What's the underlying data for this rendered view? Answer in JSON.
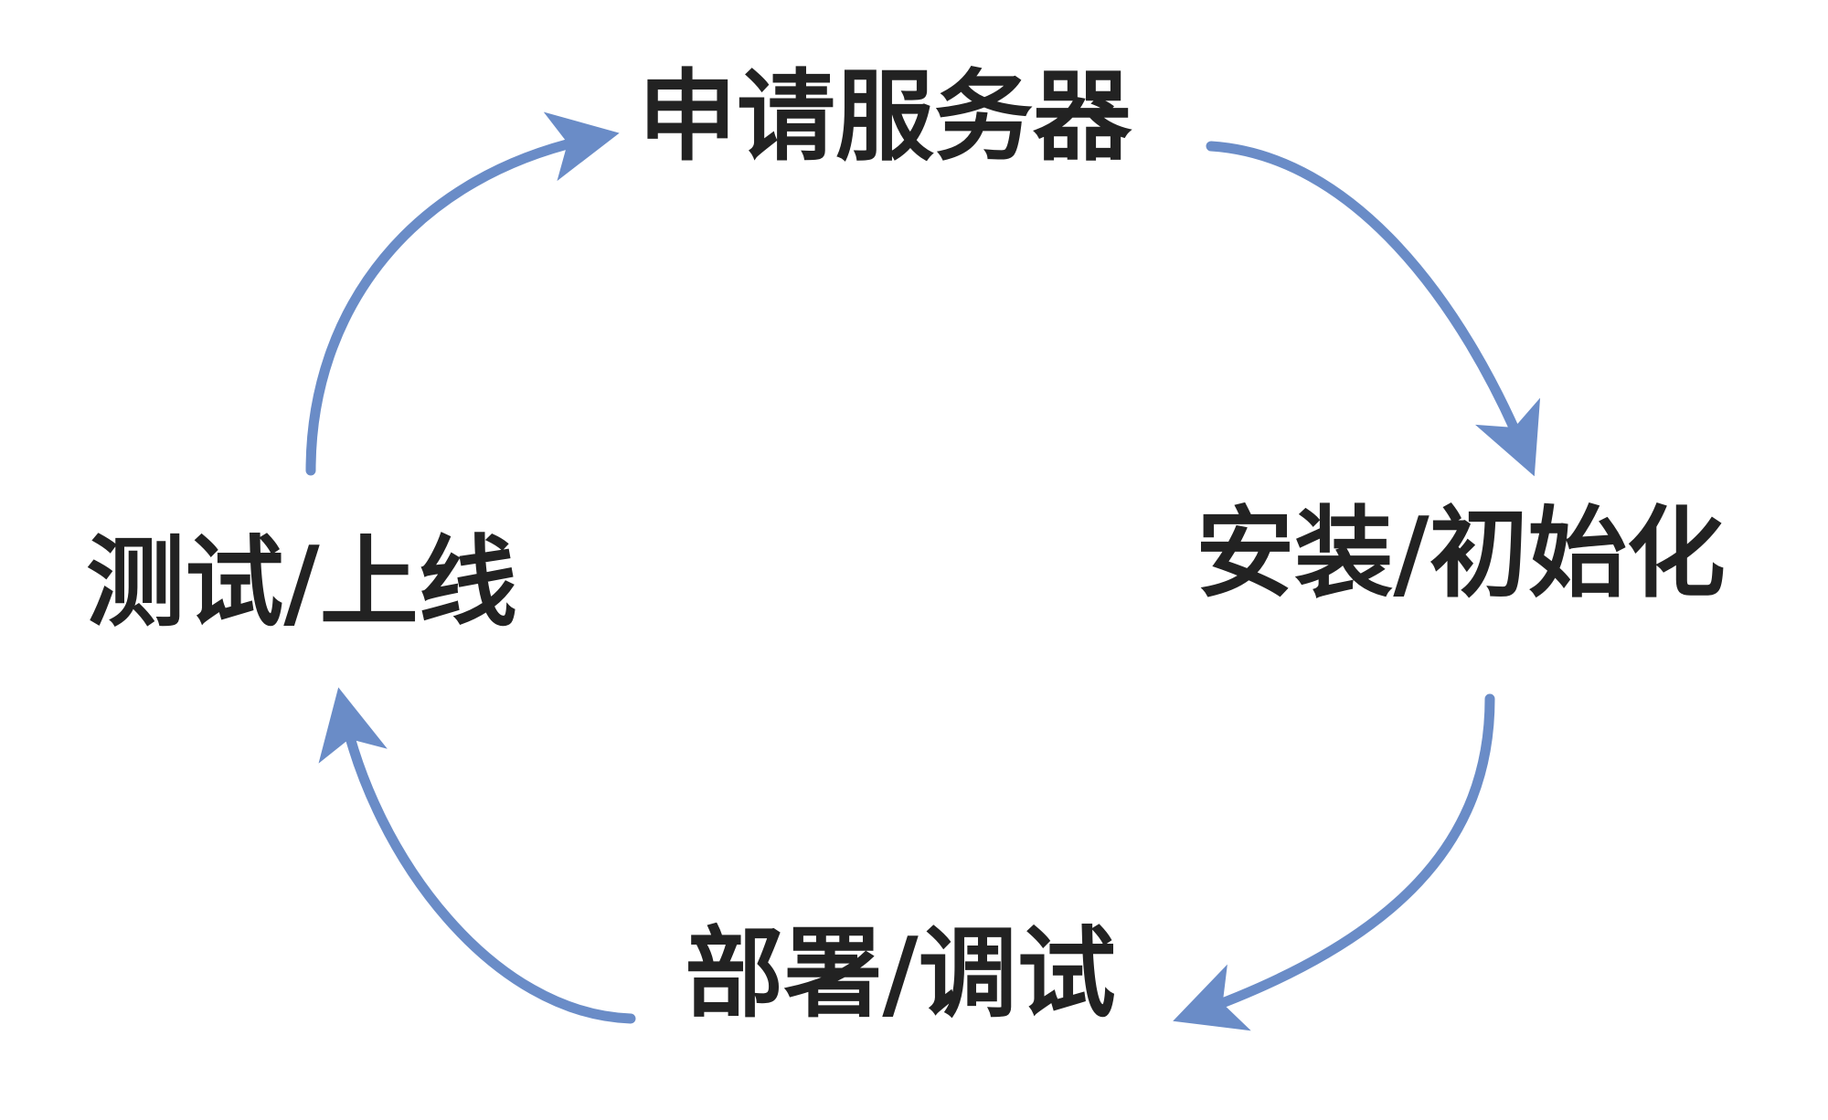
{
  "diagram": {
    "type": "cycle",
    "colors": {
      "arrow": "#6a8cc7",
      "text": "#222222",
      "background": "#ffffff"
    },
    "nodes": [
      {
        "id": "apply-server",
        "label": "申请服务器"
      },
      {
        "id": "install-init",
        "label": "安装/初始化"
      },
      {
        "id": "deploy-debug",
        "label": "部署/调试"
      },
      {
        "id": "test-launch",
        "label": "测试/上线"
      }
    ],
    "edges": [
      {
        "from": "apply-server",
        "to": "install-init"
      },
      {
        "from": "install-init",
        "to": "deploy-debug"
      },
      {
        "from": "deploy-debug",
        "to": "test-launch"
      },
      {
        "from": "test-launch",
        "to": "apply-server"
      }
    ]
  }
}
